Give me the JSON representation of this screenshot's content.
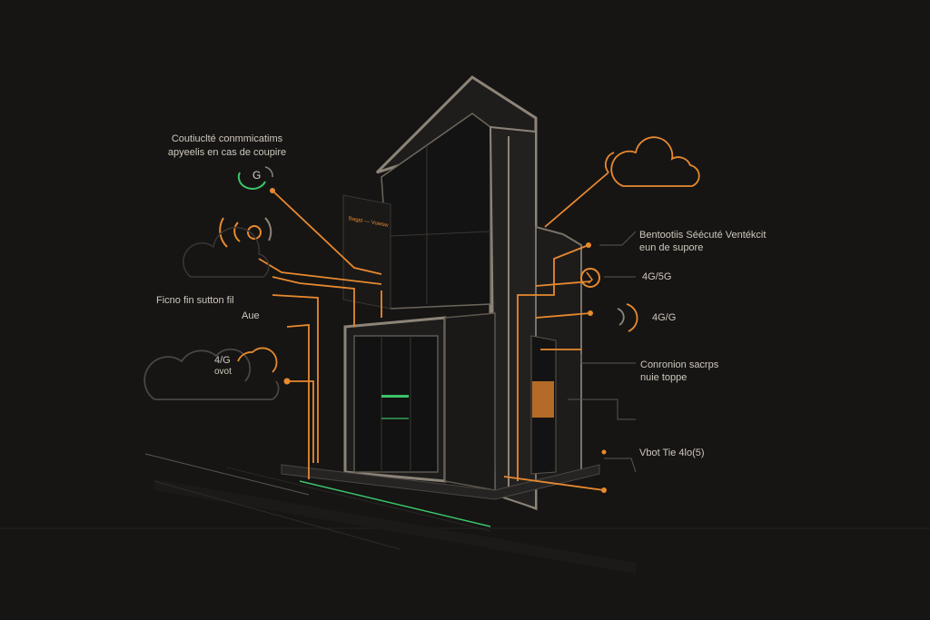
{
  "labels": {
    "top_left_line1": "Coutiuclté conmmicatims",
    "top_left_line2": "apyeelis en cas de coupire",
    "top_left_badge": "G",
    "left_mid": "Ficno fin sutton fil",
    "left_mid_small": "Aue",
    "left_cloud_line1": "4/G",
    "left_cloud_line2": "ovot",
    "right_top_line1": "Bentootiis  Séécuté Ventékcit",
    "right_top_line2": "eun de supore",
    "right_4g5g": "4G/5G",
    "right_4g": "4G/G",
    "right_conn_line1": "Conronion sacrps",
    "right_conn_line2": "nuie toppe",
    "right_bottom": "Vbot  Tie   4lo(5)",
    "building_sign": "Bagst — Vuwsw"
  },
  "colors": {
    "background": "#161514",
    "building": "#1e1d1c",
    "frame": "#8d8478",
    "accent_orange": "#e8892f",
    "accent_green": "#3cc46a",
    "wire_gray": "#4a4642"
  },
  "icons": [
    "wireless-badge-icon",
    "signal-ring-icon",
    "signal-waves-icon",
    "cloud-icon",
    "pin-icon"
  ]
}
